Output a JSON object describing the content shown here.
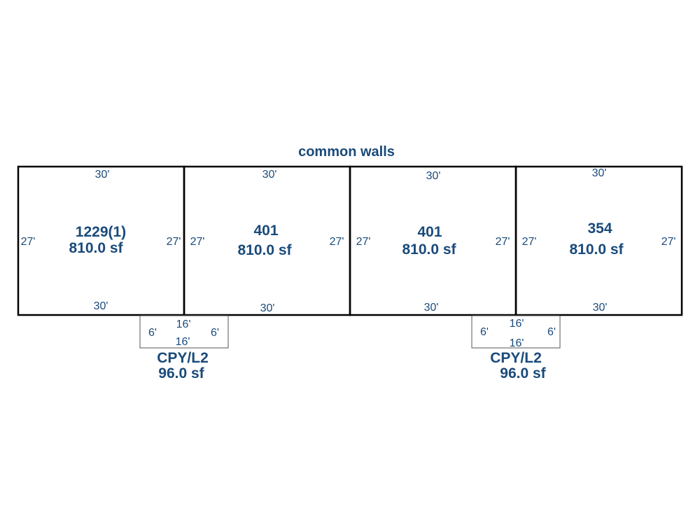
{
  "title": "common walls",
  "units": [
    {
      "id": "1229(1)",
      "area": "810.0 sf",
      "top": "30'",
      "bottom": "30'",
      "left": "27'",
      "right": "27'"
    },
    {
      "id": "401",
      "area": "810.0 sf",
      "top": "30'",
      "bottom": "30'",
      "left": "27'",
      "right": "27'"
    },
    {
      "id": "401",
      "area": "810.0 sf",
      "top": "30'",
      "bottom": "30'",
      "left": "27'",
      "right": "27'"
    },
    {
      "id": "354",
      "area": "810.0 sf",
      "top": "30'",
      "bottom": "30'",
      "left": "27'",
      "right": "27'"
    }
  ],
  "canopies": [
    {
      "label": "CPY/L2",
      "area": "96.0 sf",
      "top": "16'",
      "bottom": "16'",
      "left": "6'",
      "right": "6'"
    },
    {
      "label": "CPY/L2",
      "area": "96.0 sf",
      "top": "16'",
      "bottom": "16'",
      "left": "6'",
      "right": "6'"
    }
  ],
  "colors": {
    "label": "#1a4a7a",
    "wall": "#000000",
    "canopy": "#555555"
  }
}
